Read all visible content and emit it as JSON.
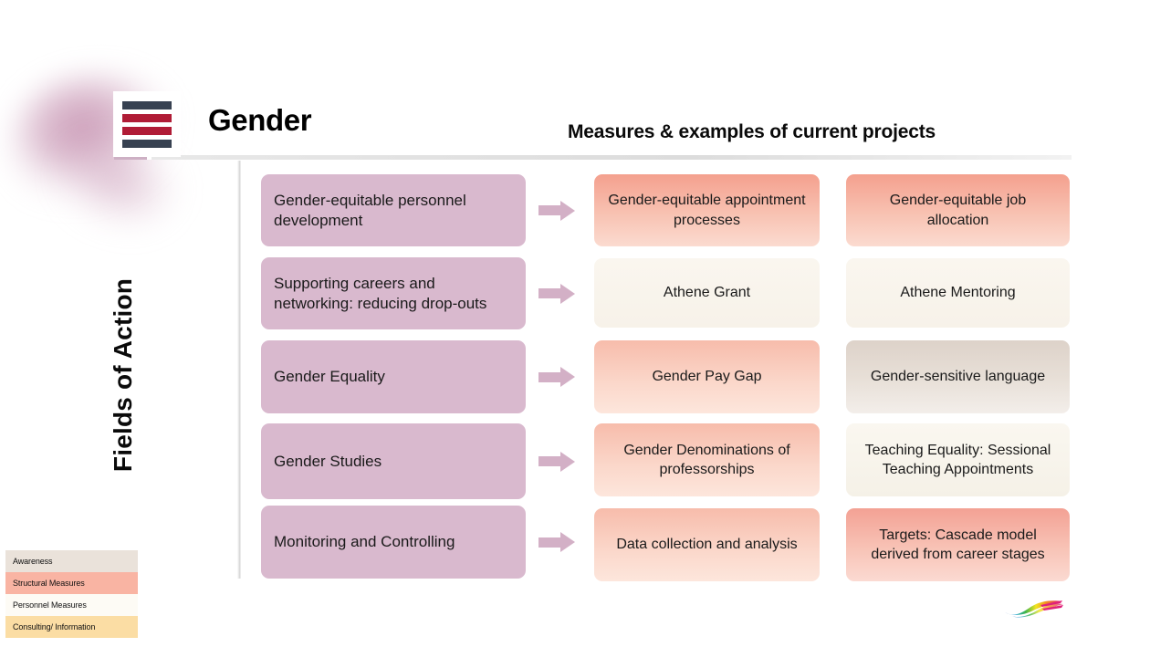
{
  "header": {
    "logo": {
      "name": "institution-logo",
      "bars": [
        "#374151",
        "#b01c36",
        "#b01c36",
        "#374151"
      ]
    },
    "title": "Gender",
    "section_title": "Measures & examples of current projects"
  },
  "axis": {
    "label": "Fields of Action"
  },
  "arrow_color": "#d3b0c6",
  "rows": [
    {
      "field_of_action": "Gender-equitable personnel development",
      "measures": [
        {
          "label": "Gender-equitable appointment processes",
          "category": "Structural Measures"
        },
        {
          "label": "Gender-equitable job allocation",
          "category": "Structural Measures"
        }
      ]
    },
    {
      "field_of_action": "Supporting careers and networking: reducing drop-outs",
      "measures": [
        {
          "label": "Athene Grant",
          "category": "Personnel Measures"
        },
        {
          "label": "Athene Mentoring",
          "category": "Personnel Measures"
        }
      ]
    },
    {
      "field_of_action": "Gender Equality",
      "measures": [
        {
          "label": "Gender Pay Gap",
          "category": "Structural Measures"
        },
        {
          "label": "Gender-sensitive language",
          "category": "Awareness"
        }
      ]
    },
    {
      "field_of_action": "Gender Studies",
      "measures": [
        {
          "label": "Gender Denominations of professorships",
          "category": "Structural Measures"
        },
        {
          "label": "Teaching Equality: Sessional Teaching Appointments",
          "category": "Personnel Measures"
        }
      ]
    },
    {
      "field_of_action": "Monitoring and Controlling",
      "measures": [
        {
          "label": "Data collection and analysis",
          "category": "Structural Measures"
        },
        {
          "label": "Targets: Cascade model derived from career stages",
          "category": "Structural Measures"
        }
      ]
    }
  ],
  "legend": {
    "items": [
      {
        "label": "Awareness",
        "color": "#eae2da"
      },
      {
        "label": "Structural Measures",
        "color": "#f9b4a3"
      },
      {
        "label": "Personnel Measures",
        "color": "#fdfbf5"
      },
      {
        "label": "Consulting/ Information",
        "color": "#fbdda4"
      }
    ]
  },
  "colors": {
    "field_box": "#d9b9ce",
    "logo_navy": "#374151",
    "logo_red": "#b01c36"
  }
}
